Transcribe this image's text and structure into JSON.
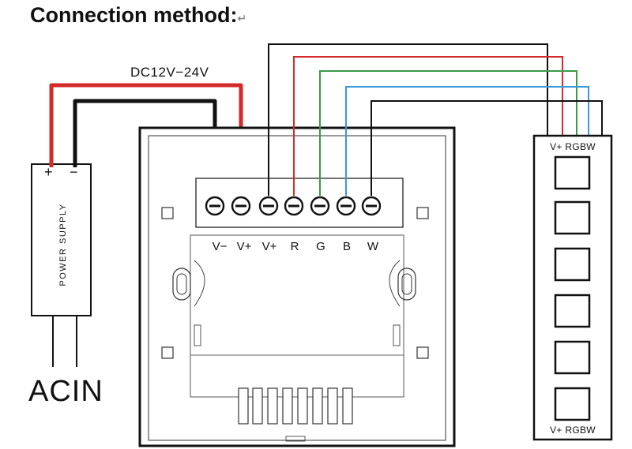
{
  "title": "Connection method:",
  "return_mark": "↵",
  "power_supply": {
    "label": "POWER SUPPLY",
    "plus": "+",
    "minus": "−",
    "input_label": "ACIN",
    "voltage": "DC12V−24V"
  },
  "controller": {
    "terminals": [
      "V−",
      "V+",
      "V+",
      "R",
      "G",
      "B",
      "W"
    ]
  },
  "strip": {
    "top_label": "V+ RGBW",
    "bottom_label": "V+ RGBW"
  },
  "colors": {
    "red": "#d42a2a",
    "green": "#3a9a4a",
    "blue": "#3a9ad8",
    "black": "#111111"
  }
}
